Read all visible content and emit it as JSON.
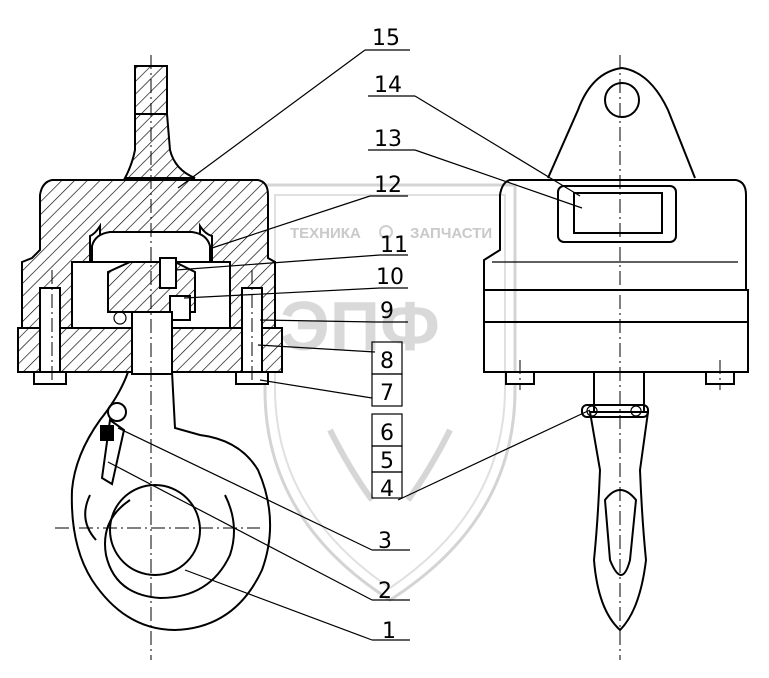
{
  "watermark": {
    "left_word": "ТЕХНИКА",
    "right_word": "ЗАПЧАСТИ",
    "big_letters": "ЭПФ"
  },
  "part_numbers": [
    "15",
    "14",
    "13",
    "12",
    "11",
    "10",
    "9",
    "8",
    "7",
    "6",
    "5",
    "4",
    "3",
    "2",
    "1"
  ]
}
